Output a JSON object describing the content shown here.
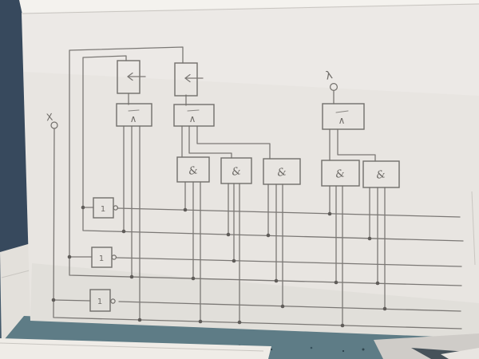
{
  "diagram": {
    "terminals": {
      "x_label": "X",
      "lambda_label": "λ"
    },
    "symbols": {
      "nand": "∧",
      "and": "&",
      "not": "1"
    },
    "colors": {
      "paper": "#e8e5e1",
      "paper_top_strip": "#f4f2ee",
      "ink": "#7b7875",
      "surface": "#42586a",
      "surface_dark": "#37495d",
      "teal_band": "#5e7c86",
      "under_sheet": "#e3e0db",
      "bottom_sheet": "#efece7",
      "grey_sheet": "#cfccc8"
    }
  }
}
